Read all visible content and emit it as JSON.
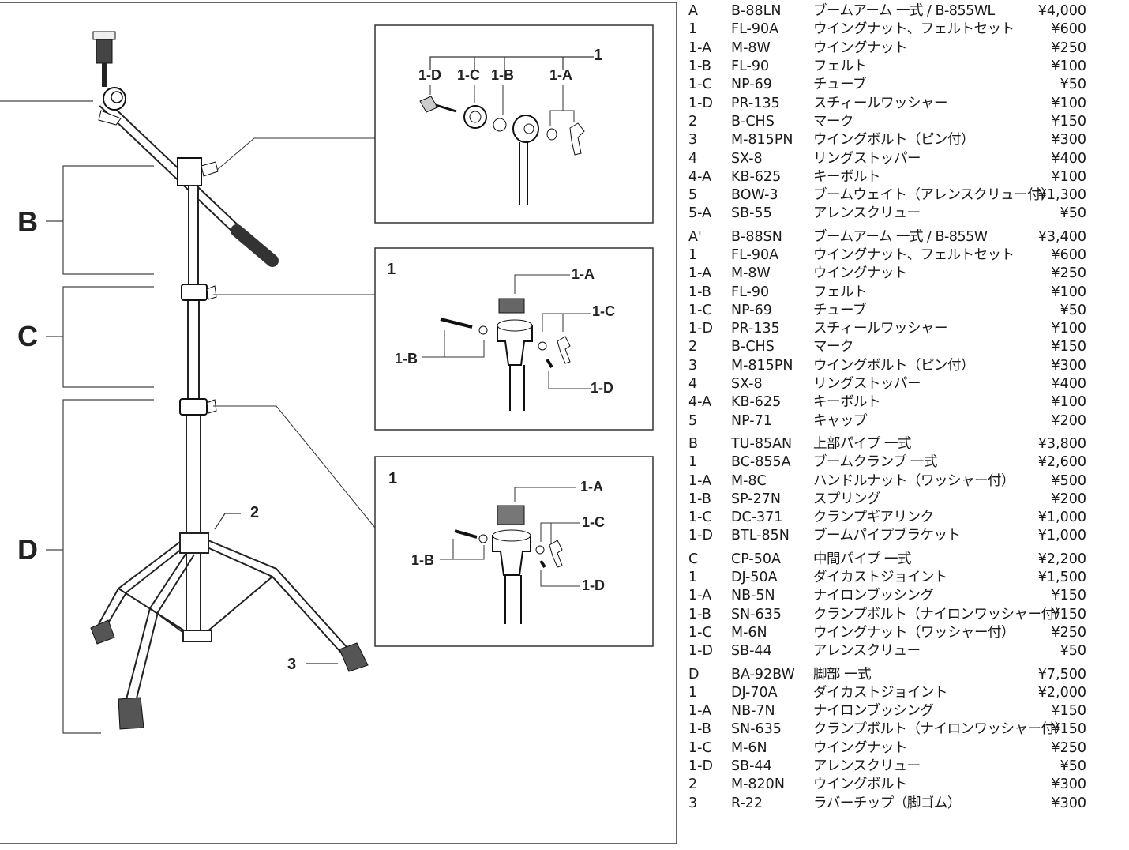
{
  "diagram": {
    "sections": [
      "B",
      "C",
      "D"
    ],
    "inset_top": {
      "main": "1",
      "parts": [
        "1-D",
        "1-C",
        "1-B",
        "1-A"
      ]
    },
    "inset_mid": {
      "main": "1",
      "parts": [
        "1-A",
        "1-B",
        "1-C",
        "1-D"
      ]
    },
    "inset_bottom": {
      "main": "1",
      "parts": [
        "1-A",
        "1-B",
        "1-C",
        "1-D"
      ]
    },
    "leg_callouts": [
      "2",
      "3"
    ]
  },
  "parts_list": [
    {
      "rows": [
        {
          "id": "A",
          "code": "B-88LN",
          "name": "ブームアーム 一式 / B-855WL",
          "price": "¥4,000"
        },
        {
          "id": "1",
          "code": "FL-90A",
          "name": "ウイングナット、フェルトセット",
          "price": "¥600"
        },
        {
          "id": "1-A",
          "code": "M-8W",
          "name": "ウイングナット",
          "price": "¥250"
        },
        {
          "id": "1-B",
          "code": "FL-90",
          "name": "フェルト",
          "price": "¥100"
        },
        {
          "id": "1-C",
          "code": "NP-69",
          "name": "チューブ",
          "price": "¥50"
        },
        {
          "id": "1-D",
          "code": "PR-135",
          "name": "スチィールワッシャー",
          "price": "¥100"
        },
        {
          "id": "2",
          "code": "B-CHS",
          "name": "マーク",
          "price": "¥150"
        },
        {
          "id": "3",
          "code": "M-815PN",
          "name": "ウイングボルト（ピン付）",
          "price": "¥300"
        },
        {
          "id": "4",
          "code": "SX-8",
          "name": "リングストッパー",
          "price": "¥400"
        },
        {
          "id": "4-A",
          "code": "KB-625",
          "name": "キーボルト",
          "price": "¥100"
        },
        {
          "id": "5",
          "code": "BOW-3",
          "name": "ブームウェイト（アレンスクリュー付）",
          "price": "¥1,300"
        },
        {
          "id": "5-A",
          "code": "SB-55",
          "name": "アレンスクリュー",
          "price": "¥50"
        }
      ]
    },
    {
      "rows": [
        {
          "id": "A'",
          "code": "B-88SN",
          "name": "ブームアーム 一式 / B-855W",
          "price": "¥3,400"
        },
        {
          "id": "1",
          "code": "FL-90A",
          "name": "ウイングナット、フェルトセット",
          "price": "¥600"
        },
        {
          "id": "1-A",
          "code": "M-8W",
          "name": "ウイングナット",
          "price": "¥250"
        },
        {
          "id": "1-B",
          "code": "FL-90",
          "name": "フェルト",
          "price": "¥100"
        },
        {
          "id": "1-C",
          "code": "NP-69",
          "name": "チューブ",
          "price": "¥50"
        },
        {
          "id": "1-D",
          "code": "PR-135",
          "name": "スチィールワッシャー",
          "price": "¥100"
        },
        {
          "id": "2",
          "code": "B-CHS",
          "name": "マーク",
          "price": "¥150"
        },
        {
          "id": "3",
          "code": "M-815PN",
          "name": "ウイングボルト（ピン付）",
          "price": "¥300"
        },
        {
          "id": "4",
          "code": "SX-8",
          "name": "リングストッパー",
          "price": "¥400"
        },
        {
          "id": "4-A",
          "code": "KB-625",
          "name": "キーボルト",
          "price": "¥100"
        },
        {
          "id": "5",
          "code": "NP-71",
          "name": "キャップ",
          "price": "¥200"
        }
      ]
    },
    {
      "rows": [
        {
          "id": "B",
          "code": "TU-85AN",
          "name": "上部パイプ 一式",
          "price": "¥3,800"
        },
        {
          "id": "1",
          "code": "BC-855A",
          "name": "ブームクランプ 一式",
          "price": "¥2,600"
        },
        {
          "id": "1-A",
          "code": "M-8C",
          "name": "ハンドルナット（ワッシャー付）",
          "price": "¥500"
        },
        {
          "id": "1-B",
          "code": "SP-27N",
          "name": "スプリング",
          "price": "¥200"
        },
        {
          "id": "1-C",
          "code": "DC-371",
          "name": "クランプギアリンク",
          "price": "¥1,000"
        },
        {
          "id": "1-D",
          "code": "BTL-85N",
          "name": "ブームパイプブラケット",
          "price": "¥1,000"
        }
      ]
    },
    {
      "rows": [
        {
          "id": "C",
          "code": "CP-50A",
          "name": "中間パイプ 一式",
          "price": "¥2,200"
        },
        {
          "id": "1",
          "code": "DJ-50A",
          "name": "ダイカストジョイント",
          "price": "¥1,500"
        },
        {
          "id": "1-A",
          "code": "NB-5N",
          "name": "ナイロンブッシング",
          "price": "¥150"
        },
        {
          "id": "1-B",
          "code": "SN-635",
          "name": "クランプボルト（ナイロンワッシャー付）",
          "price": "¥150"
        },
        {
          "id": "1-C",
          "code": "M-6N",
          "name": "ウイングナット（ワッシャー付）",
          "price": "¥250"
        },
        {
          "id": "1-D",
          "code": "SB-44",
          "name": "アレンスクリュー",
          "price": "¥50"
        }
      ]
    },
    {
      "rows": [
        {
          "id": "D",
          "code": "BA-92BW",
          "name": "脚部 一式",
          "price": "¥7,500"
        },
        {
          "id": "1",
          "code": "DJ-70A",
          "name": "ダイカストジョイント",
          "price": "¥2,000"
        },
        {
          "id": "1-A",
          "code": "NB-7N",
          "name": "ナイロンブッシング",
          "price": "¥150"
        },
        {
          "id": "1-B",
          "code": "SN-635",
          "name": "クランプボルト（ナイロンワッシャー付）",
          "price": "¥150"
        },
        {
          "id": "1-C",
          "code": "M-6N",
          "name": "ウイングナット",
          "price": "¥250"
        },
        {
          "id": "1-D",
          "code": "SB-44",
          "name": "アレンスクリュー",
          "price": "¥50"
        },
        {
          "id": "2",
          "code": "M-820N",
          "name": "ウイングボルト",
          "price": "¥300"
        },
        {
          "id": "3",
          "code": "R-22",
          "name": "ラバーチップ（脚ゴム）",
          "price": "¥300"
        }
      ]
    }
  ]
}
